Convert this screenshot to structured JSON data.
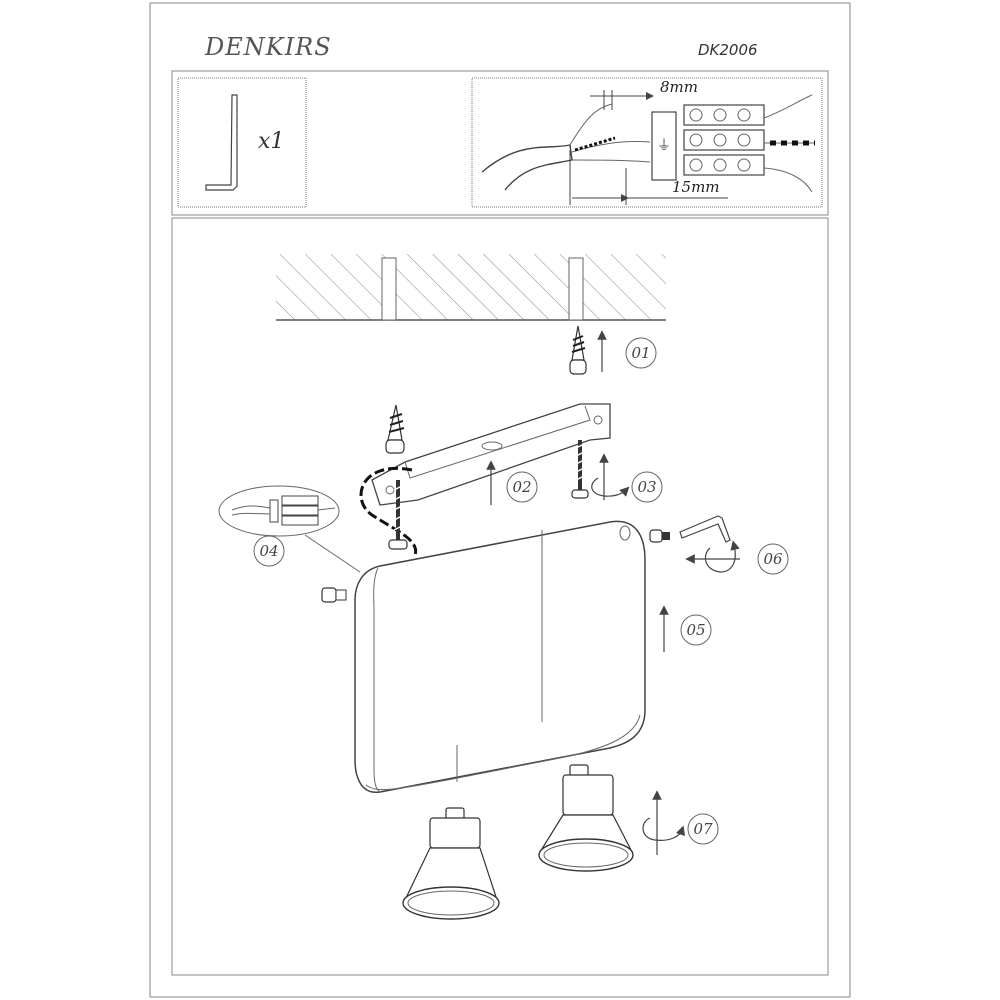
{
  "header": {
    "brand": "DENKIRS",
    "model": "DK2006"
  },
  "parts_box": {
    "quantity": "x1",
    "item_icon": "allen-key-icon"
  },
  "wiring_box": {
    "strip_length": "8mm",
    "insulation_length": "15mm",
    "ground_symbol": "ground-icon"
  },
  "steps": [
    "01",
    "02",
    "03",
    "04",
    "05",
    "06",
    "07"
  ]
}
